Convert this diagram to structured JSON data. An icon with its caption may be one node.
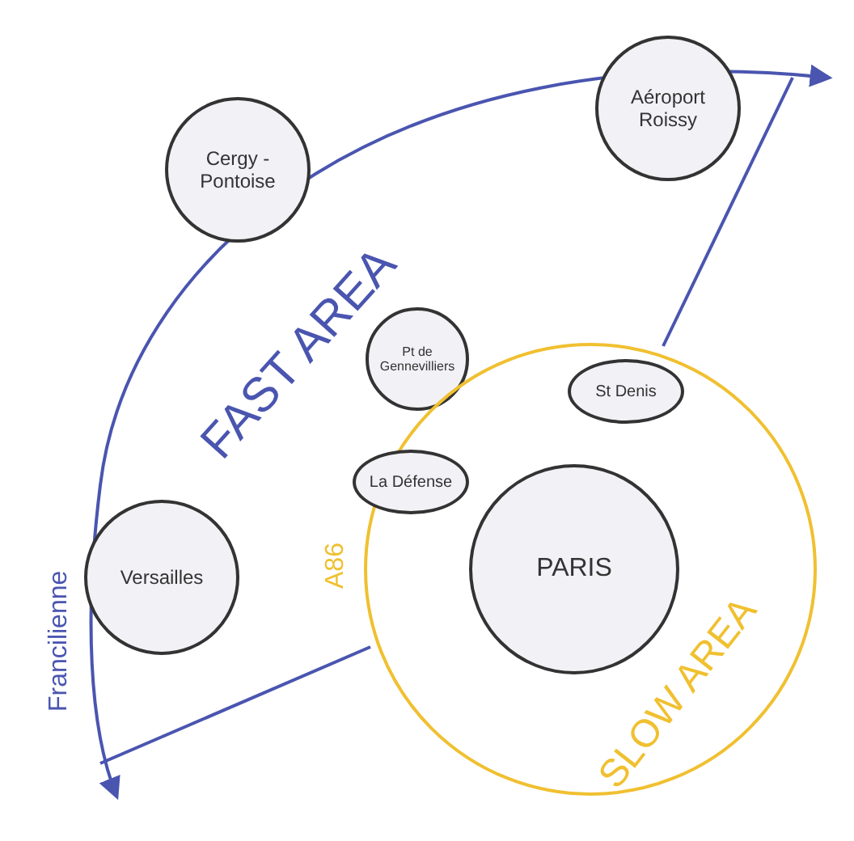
{
  "diagram": {
    "nodes": [
      {
        "text": [
          "Cergy - Pontoise"
        ]
      },
      {
        "text": [
          "Aéroport Roissy"
        ]
      },
      {
        "text": [
          "Pt de Gennevilliers"
        ]
      },
      {
        "text": [
          "A86",
          "SLOW AREA"
        ]
      },
      {
        "text": [
          "St Denis"
        ],
        "in": 3
      },
      {
        "text": [
          "La Défense"
        ]
      },
      {
        "text": [
          "PARIS"
        ],
        "in": 3
      },
      {
        "text": [
          "Versailles"
        ]
      }
    ],
    "edges": [],
    "labels": [
      "FAST AREA",
      "Francilienne"
    ]
  }
}
